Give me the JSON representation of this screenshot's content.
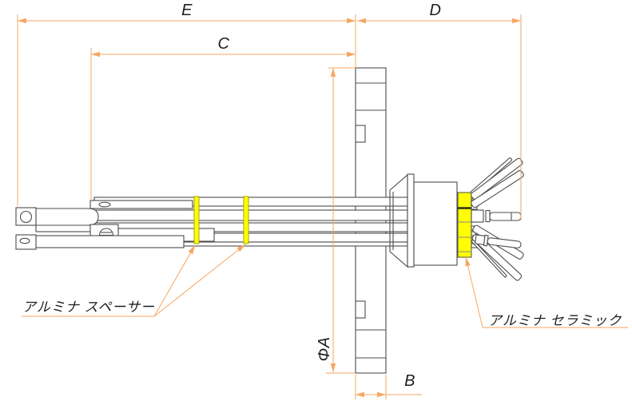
{
  "drawing": {
    "dimensions": {
      "e_label": "E",
      "c_label": "C",
      "d_label": "D",
      "b_label": "B",
      "diameter_label": "ΦA"
    },
    "callouts": {
      "spacer_label": "アルミナ スペーサー",
      "ceramic_label": "アルミナ セラミック"
    }
  },
  "colors": {
    "dimension_orange": "#F6A660",
    "ceramic_yellow": "#FFFF00",
    "line_gray": "#4D4D4D",
    "divider_black": "#1A1A1A"
  }
}
